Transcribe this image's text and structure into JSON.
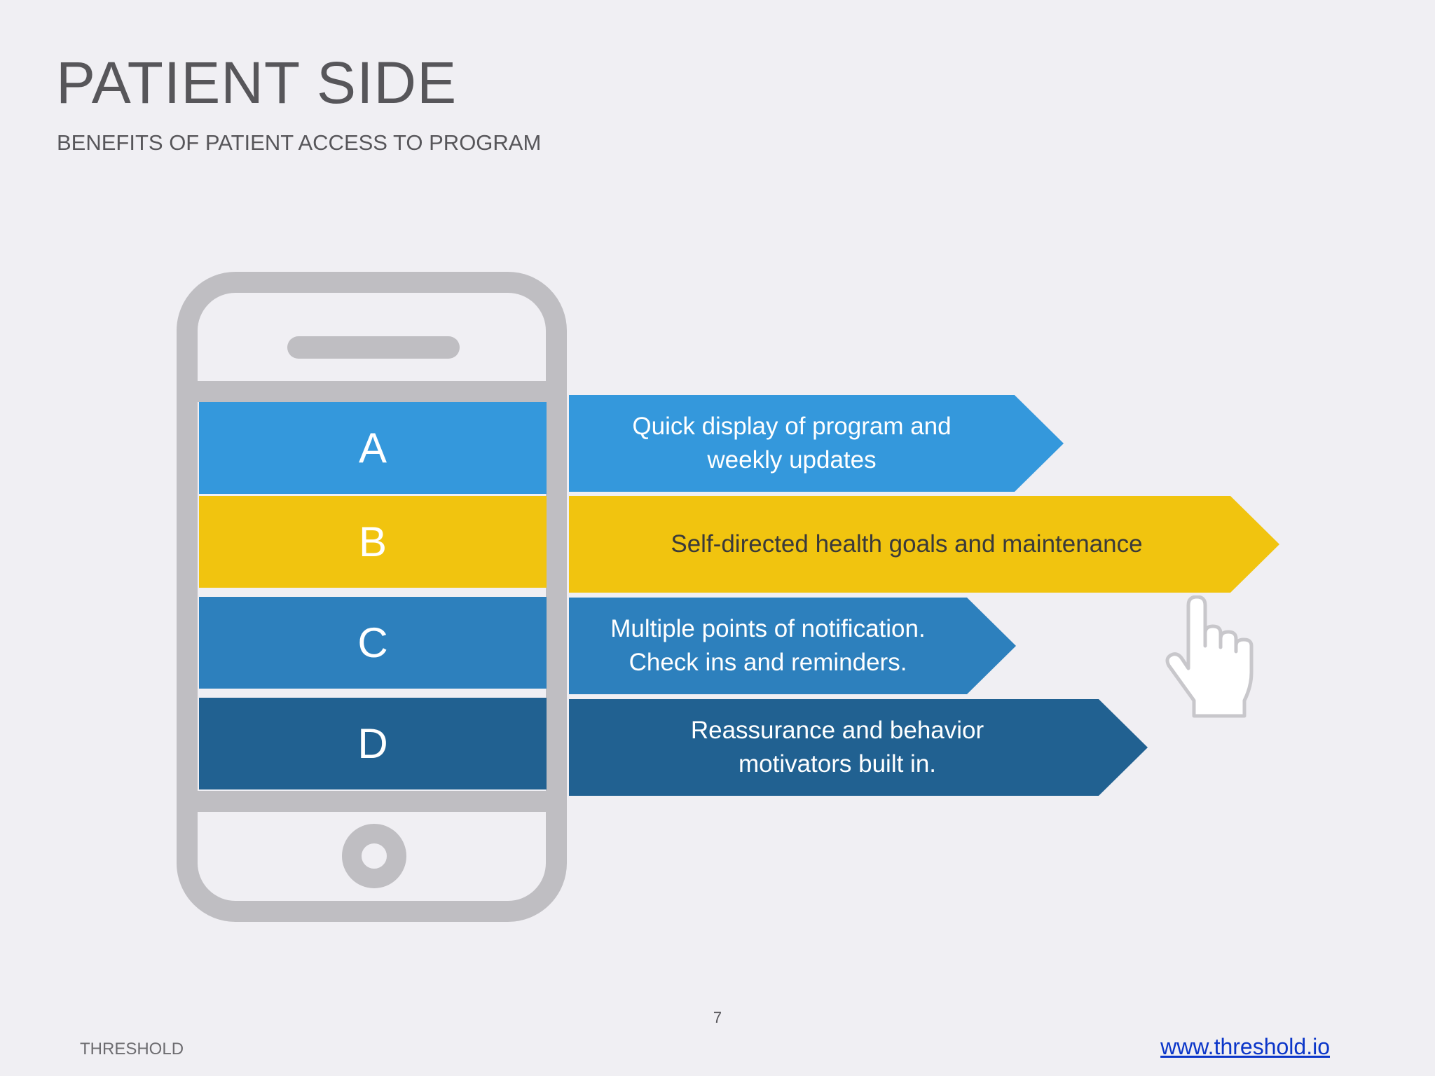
{
  "title": "PATIENT SIDE",
  "subtitle": "BENEFITS OF PATIENT ACCESS TO PROGRAM",
  "items": [
    {
      "letter": "A",
      "text_line1": "Quick display of program and",
      "text_line2": "weekly updates",
      "color": "#3498dc",
      "text_color": "#ffffff"
    },
    {
      "letter": "B",
      "text_line1": "Self-directed health goals and maintenance",
      "text_line2": "",
      "color": "#f1c40f",
      "text_color": "#3a3a3a"
    },
    {
      "letter": "C",
      "text_line1": "Multiple points of notification.",
      "text_line2": "Check ins and reminders.",
      "color": "#2d80bd",
      "text_color": "#ffffff"
    },
    {
      "letter": "D",
      "text_line1": "Reassurance and behavior",
      "text_line2": "motivators built in.",
      "color": "#216191",
      "text_color": "#ffffff"
    }
  ],
  "icons": {
    "phone": "smartphone-icon",
    "cursor": "hand-pointer-icon"
  },
  "colors": {
    "phone_outline": "#bfbec2",
    "background": "#f0eff3",
    "link": "#0b36c9"
  },
  "page_number": "7",
  "footer": {
    "brand": "THRESHOLD",
    "link": "www.threshold.io"
  }
}
